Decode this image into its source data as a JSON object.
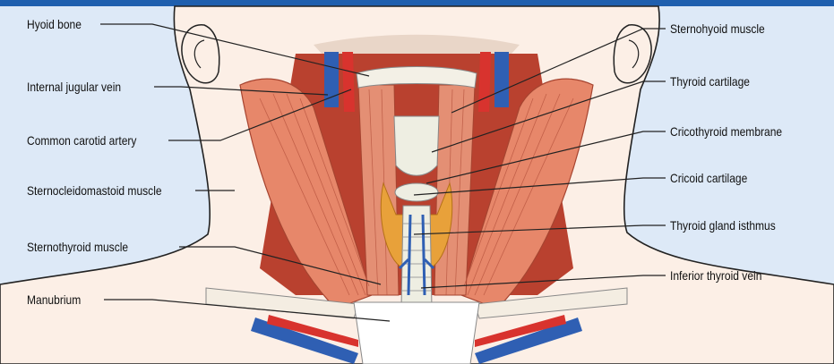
{
  "labels": {
    "left": {
      "hyoid_bone": "Hyoid bone",
      "internal_jugular_vein": "Internal jugular vein",
      "common_carotid_artery": "Common carotid artery",
      "sternocleidomastoid_muscle": "Sternocleidomastoid muscle",
      "sternothyroid_muscle": "Sternothyroid muscle",
      "manubrium": "Manubrium"
    },
    "right": {
      "sternohyoid_muscle": "Sternohyoid muscle",
      "thyroid_cartilage": "Thyroid cartilage",
      "cricothyroid_membrane": "Cricothyroid membrane",
      "cricoid_cartilage": "Cricoid cartilage",
      "thyroid_gland_isthmus": "Thyroid gland isthmus",
      "inferior_thyroid_vein": "Inferior thyroid vein"
    }
  },
  "colors": {
    "background": "#dde9f7",
    "frame": "#1f5fae",
    "skin": "#fcefe6",
    "muscle": "#e7876a",
    "muscle_dark": "#c9583f",
    "artery": "#d8332e",
    "vein": "#2f5fb3",
    "cartilage": "#eeeee2",
    "thyroid": "#e8a13a",
    "leader_line": "#222222"
  }
}
